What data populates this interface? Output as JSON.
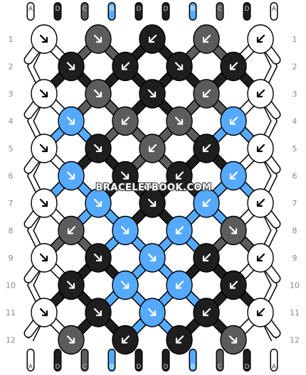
{
  "colors": {
    "A": "#ffffff",
    "D": "#1e1e1e",
    "C": "#5c5c5c",
    "B": "#55aaff"
  },
  "watermark": "BRACELETBOOK.COM",
  "strings_top": [
    "A",
    "D",
    "C",
    "B",
    "D",
    "D",
    "B",
    "C",
    "D",
    "A"
  ],
  "strings_bottom": [
    "A",
    "D",
    "C",
    "B",
    "D",
    "D",
    "B",
    "C",
    "D",
    "A"
  ],
  "row_numbers": [
    "1",
    "2",
    "3",
    "4",
    "5",
    "6",
    "7",
    "8",
    "9",
    "10",
    "11",
    "12"
  ],
  "knots": [
    [
      [
        "A",
        "r"
      ],
      [
        "C",
        "r"
      ],
      [
        "D",
        "l"
      ],
      [
        "C",
        "l"
      ],
      [
        "A",
        "l"
      ]
    ],
    [
      [
        "D",
        "r"
      ],
      [
        "D",
        "l"
      ],
      [
        "D",
        "r"
      ],
      [
        "D",
        "l"
      ]
    ],
    [
      [
        "A",
        "r"
      ],
      [
        "C",
        "r"
      ],
      [
        "D",
        "r"
      ],
      [
        "C",
        "l"
      ],
      [
        "A",
        "l"
      ]
    ],
    [
      [
        "B",
        "r"
      ],
      [
        "C",
        "l"
      ],
      [
        "C",
        "r"
      ],
      [
        "B",
        "l"
      ]
    ],
    [
      [
        "A",
        "r"
      ],
      [
        "D",
        "r"
      ],
      [
        "C",
        "l"
      ],
      [
        "D",
        "l"
      ],
      [
        "A",
        "l"
      ]
    ],
    [
      [
        "B",
        "r"
      ],
      [
        "D",
        "r"
      ],
      [
        "D",
        "l"
      ],
      [
        "B",
        "l"
      ]
    ],
    [
      [
        "A",
        "r"
      ],
      [
        "B",
        "r"
      ],
      [
        "D",
        "r"
      ],
      [
        "B",
        "l"
      ],
      [
        "A",
        "l"
      ]
    ],
    [
      [
        "C",
        "l"
      ],
      [
        "B",
        "r"
      ],
      [
        "B",
        "l"
      ],
      [
        "C",
        "r"
      ]
    ],
    [
      [
        "A",
        "r"
      ],
      [
        "D",
        "r"
      ],
      [
        "B",
        "r"
      ],
      [
        "D",
        "l"
      ],
      [
        "A",
        "l"
      ]
    ],
    [
      [
        "D",
        "r"
      ],
      [
        "B",
        "r"
      ],
      [
        "B",
        "l"
      ],
      [
        "D",
        "l"
      ]
    ],
    [
      [
        "A",
        "r"
      ],
      [
        "D",
        "r"
      ],
      [
        "B",
        "r"
      ],
      [
        "D",
        "l"
      ],
      [
        "A",
        "l"
      ]
    ],
    [
      [
        "C",
        "r"
      ],
      [
        "D",
        "l"
      ],
      [
        "D",
        "l"
      ],
      [
        "C",
        "r"
      ]
    ]
  ]
}
